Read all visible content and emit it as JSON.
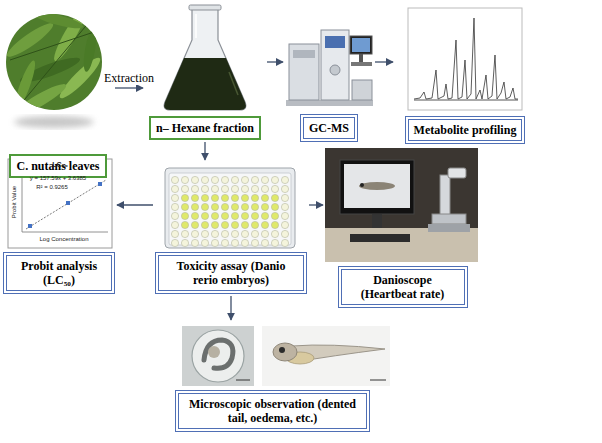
{
  "diagram": {
    "nodes": [
      {
        "text": [
          "C. nutans leaves"
        ]
      },
      {
        "text": [
          "n– Hexane fraction"
        ]
      },
      {
        "text": [
          "GC-MS"
        ]
      },
      {
        "text": [
          "Metabolite profiling"
        ]
      },
      {
        "text": [
          "Probit analysis (LC₅₀)"
        ]
      },
      {
        "text": [
          "Toxicity assay (Danio rerio embryos)"
        ]
      },
      {
        "text": [
          "Danioscope (Heartbeat rate)"
        ]
      },
      {
        "text": [
          "Microscopic observation (dented tail, oedema, etc.)"
        ]
      }
    ],
    "edges": [
      {
        "from": 0,
        "to": 1,
        "label": "Extraction",
        "arrow": "to"
      },
      {
        "from": 1,
        "to": 2,
        "arrow": "to"
      },
      {
        "from": 2,
        "to": 3,
        "arrow": "to"
      },
      {
        "from": 1,
        "to": 5,
        "arrow": "to"
      },
      {
        "from": 5,
        "to": 4,
        "arrow": "to"
      },
      {
        "from": 5,
        "to": 6,
        "arrow": "to"
      },
      {
        "from": 5,
        "to": 7,
        "arrow": "to"
      }
    ],
    "labels": [
      "LC₅₀",
      "y = 157.59x + 3.6385",
      "R² = 0.9265",
      "Probit Value",
      "Log Concentration"
    ]
  }
}
